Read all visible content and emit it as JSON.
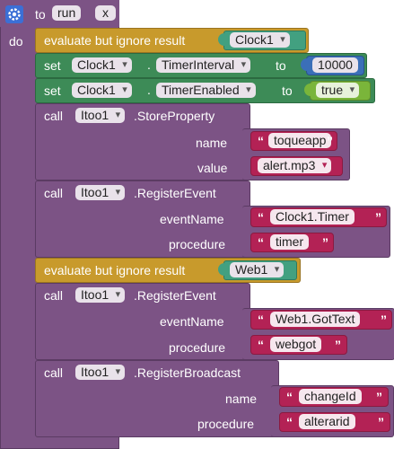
{
  "procedure": {
    "to": "to",
    "name": "run",
    "param": "x",
    "do": "do"
  },
  "blocks": {
    "eval1": {
      "label": "evaluate but ignore result",
      "component": "Clock1"
    },
    "set1": {
      "set": "set",
      "component": "Clock1",
      "dot": ".",
      "property": "TimerInterval",
      "to": "to",
      "value": "10000"
    },
    "set2": {
      "set": "set",
      "component": "Clock1",
      "dot": ".",
      "property": "TimerEnabled",
      "to": "to",
      "value": "true"
    },
    "call1": {
      "call": "call",
      "component": "Itoo1",
      "method": ".StoreProperty",
      "arg1": "name",
      "val1": "toqueapp",
      "arg2": "value",
      "val2": "alert.mp3"
    },
    "call2": {
      "call": "call",
      "component": "Itoo1",
      "method": ".RegisterEvent",
      "arg1": "eventName",
      "val1": "Clock1.Timer",
      "arg2": "procedure",
      "val2": "timer"
    },
    "eval2": {
      "label": "evaluate but ignore result",
      "component": "Web1"
    },
    "call3": {
      "call": "call",
      "component": "Itoo1",
      "method": ".RegisterEvent",
      "arg1": "eventName",
      "val1": "Web1.GotText",
      "arg2": "procedure",
      "val2": "webgot"
    },
    "call4": {
      "call": "call",
      "component": "Itoo1",
      "method": ".RegisterBroadcast",
      "arg1": "name",
      "val1": "changeId",
      "arg2": "procedure",
      "val2": "alterarid"
    }
  },
  "quote": "“",
  "quote_close": "”",
  "colors": {
    "procedure": "#7c5385",
    "control": "#c89a2c",
    "setter": "#3d8b57",
    "component": "#42a080",
    "number": "#3b6fb8",
    "logic": "#7ab53a",
    "text": "#b32255"
  }
}
